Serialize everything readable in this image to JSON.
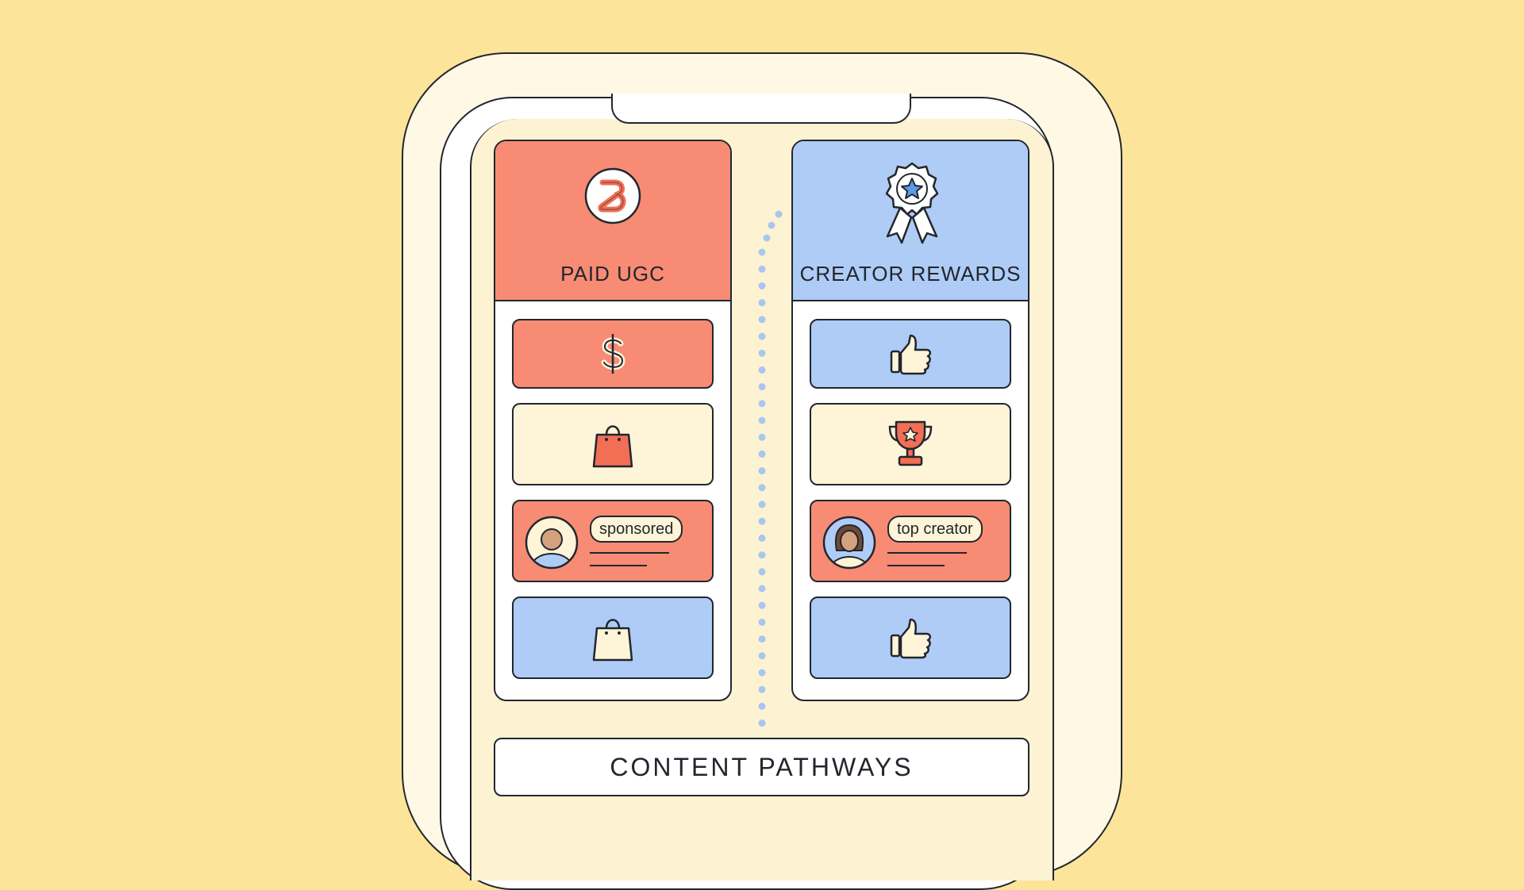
{
  "paid_ugc": {
    "title": "PAID UGC",
    "logo_icon": "brand-b-logo-icon",
    "cards": [
      {
        "icon": "dollar-icon",
        "color": "#F78B74"
      },
      {
        "icon": "shopping-bag-icon",
        "color": "#FEF4D8"
      },
      {
        "icon": "avatar-icon",
        "badge": "sponsored",
        "color": "#F78B74"
      },
      {
        "icon": "shopping-bag-icon",
        "color": "#AECCF5"
      }
    ]
  },
  "creator_rewards": {
    "title": "CREATOR REWARDS",
    "logo_icon": "award-ribbon-icon",
    "cards": [
      {
        "icon": "thumbs-up-icon",
        "color": "#AECCF5"
      },
      {
        "icon": "trophy-icon",
        "color": "#FEF4D8"
      },
      {
        "icon": "avatar-icon",
        "badge": "top creator",
        "color": "#F78B74"
      },
      {
        "icon": "thumbs-up-icon",
        "color": "#AECCF5"
      }
    ]
  },
  "footer": {
    "label": "CONTENT PATHWAYS"
  },
  "colors": {
    "background": "#FCE59A",
    "coral": "#F78B74",
    "blue": "#AECCF5",
    "cream": "#FEF4D8",
    "outline": "#22262E"
  }
}
